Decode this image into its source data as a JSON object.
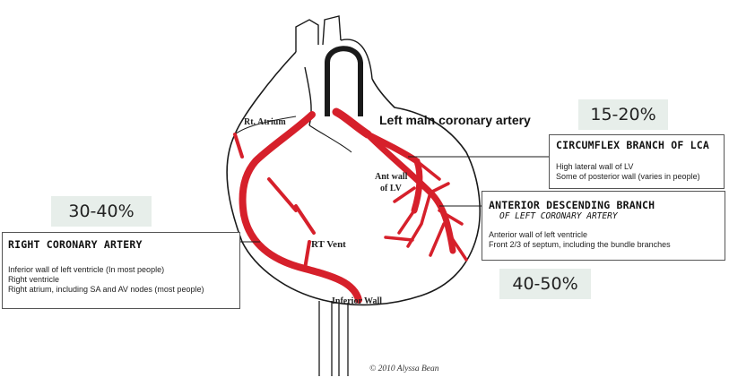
{
  "labels": {
    "rt_atrium": "Rt. Atrium",
    "ant_wall_line1": "Ant wall",
    "ant_wall_line2": "of LV",
    "rt_vent": "RT Vent",
    "inferior_wall": "Inferior Wall",
    "left_main": "Left main coronary artery",
    "copyright": "© 2010 Alyssa Bean"
  },
  "percentages": {
    "circumflex": "15-20%",
    "right": "30-40%",
    "anterior": "40-50%"
  },
  "boxes": {
    "right_coronary": {
      "title": "RIGHT CORONARY ARTERY",
      "lines": [
        "Inferior wall  of left ventricle (In most people)",
        "Right ventricle",
        "Right atrium, including SA and AV nodes (most people)"
      ]
    },
    "circumflex": {
      "title": "CIRCUMFLEX BRANCH OF LCA",
      "lines": [
        "High lateral wall of LV",
        "Some of posterior wall (varies in people)"
      ]
    },
    "anterior": {
      "title": "ANTERIOR DESCENDING BRANCH",
      "subtitle": "OF LEFT CORONARY ARTERY",
      "lines": [
        "Anterior wall of left ventricle",
        "Front 2/3 of septum, including the bundle branches"
      ]
    }
  },
  "colors": {
    "artery": "#d6202b",
    "outline": "#1a1a1a",
    "percent_bg": "#e7eeea"
  }
}
